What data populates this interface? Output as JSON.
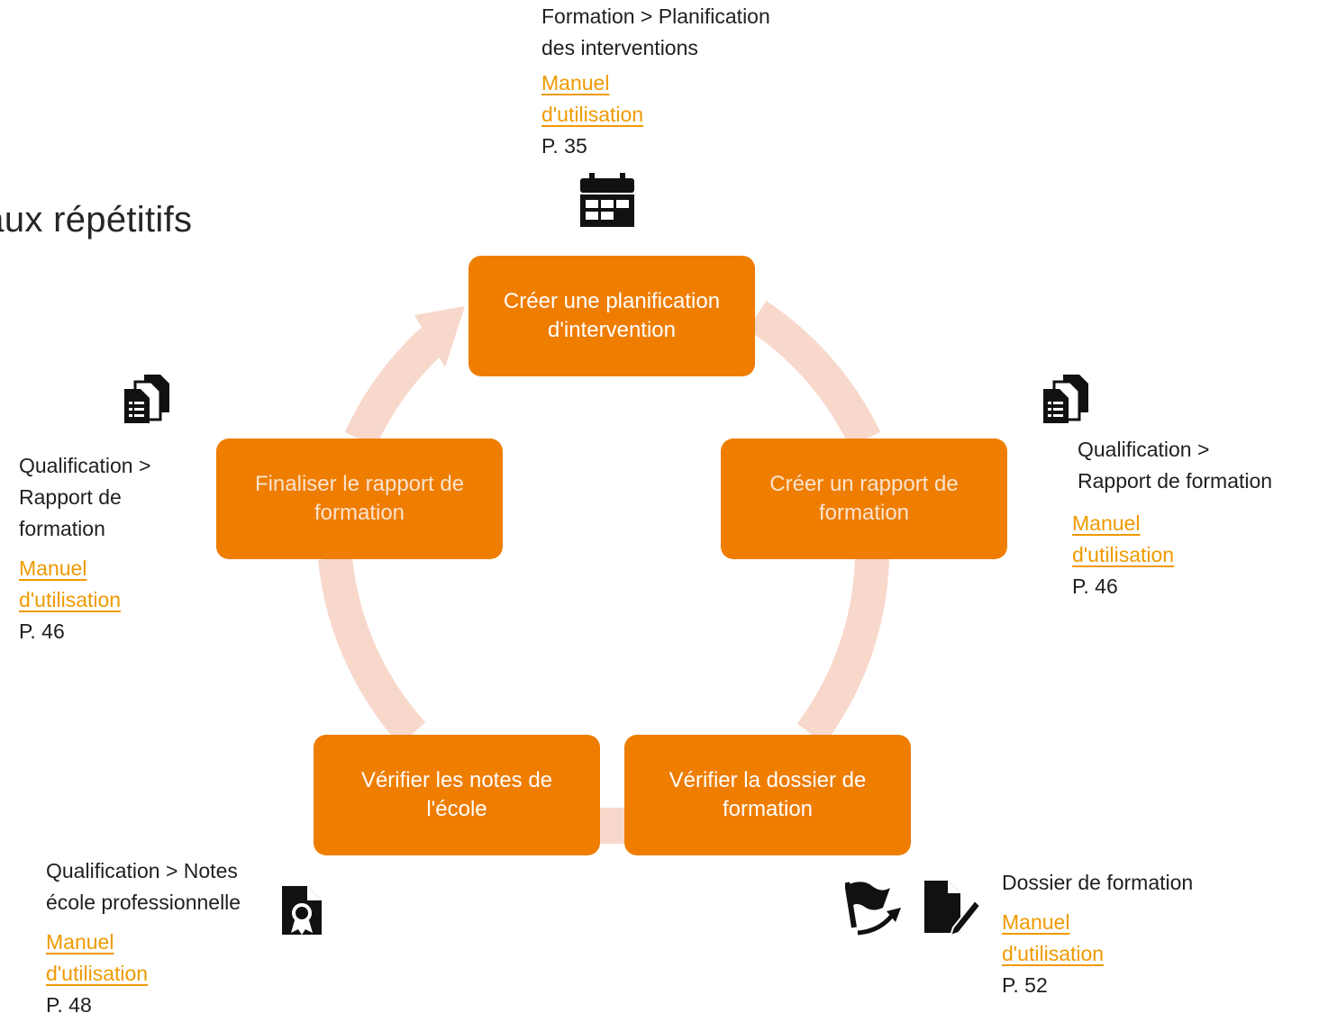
{
  "title": "vaux répétitifs",
  "cycle": {
    "step_1": "Créer une planification d'intervention",
    "step_2": "Créer un rapport de formation",
    "step_3": "Vérifier la dossier de formation",
    "step_4": "Vérifier les notes de l'école",
    "step_5": "Finaliser le rapport de formation"
  },
  "notes": {
    "top": {
      "path_1": "Formation > Planification",
      "path_2": "des interventions",
      "link_1": "Manuel",
      "link_2": "d'utilisation",
      "page": "P. 35",
      "icon": "calendar-icon"
    },
    "right": {
      "path_1": "Qualification >",
      "path_2": "Rapport de formation",
      "link_1": "Manuel",
      "link_2": "d'utilisation",
      "page": "P. 46",
      "icon": "documents-icon"
    },
    "left": {
      "path_1": "Qualification >",
      "path_2": "Rapport de",
      "path_3": "formation",
      "link_1": "Manuel",
      "link_2": "d'utilisation",
      "page": "P. 46",
      "icon": "documents-icon"
    },
    "bottom_left": {
      "path_1": "Qualification > Notes",
      "path_2": "école professionnelle",
      "link_1": "Manuel",
      "link_2": "d'utilisation",
      "page": "P. 48",
      "icon": "certificate-icon"
    },
    "bottom_right": {
      "path_1": "Dossier de formation",
      "link_1": "Manuel",
      "link_2": "d'utilisation",
      "page": "P. 52",
      "icons": [
        "flag-arrow-icon",
        "file-pen-icon"
      ]
    }
  },
  "colors": {
    "step_fill": "#ef7d00",
    "cycle_ring": "#f8d8cb",
    "link": "#ef9a00"
  }
}
